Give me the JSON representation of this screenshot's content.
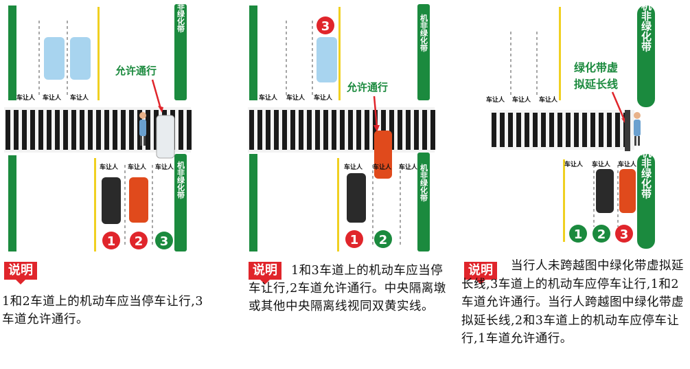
{
  "colors": {
    "green_belt": "#1b8a3e",
    "yellow_line": "#f0d020",
    "red_badge": "#e0252b",
    "car_dark": "#2a2a2a",
    "car_red": "#e04a1c",
    "car_blue": "#a8d4ef"
  },
  "icons": [
    "pedestrian-icon",
    "arrow-icon",
    "car-icon"
  ],
  "common": {
    "yield_label": "车让人",
    "allow_label": "允许通行",
    "green_belt_label": "机非绿化带"
  },
  "panels": [
    {
      "badge": "说明",
      "description": "1和2车道上的机动车应当停车让行,3车道允许通行。",
      "lane_numbers": [
        "1",
        "2",
        "3"
      ]
    },
    {
      "badge": "说明",
      "description": "1和3车道上的机动车应当停车让行,2车道允许通行。中央隔离墩或其他中央隔离线视同双黄实线。",
      "lane_numbers": [
        "1",
        "2",
        "3"
      ]
    },
    {
      "badge": "说明",
      "description": "当行人未跨越图中绿化带虚拟延长线,3车道上的机动车应停车让行,1和2车道允许通行。当行人跨越图中绿化带虚拟延长线,2和3车道上的机动车应停车让行,1车道允许通行。",
      "lane_numbers": [
        "1",
        "2",
        "3"
      ],
      "extension_label_line1": "绿化带虚",
      "extension_label_line2": "拟延长线"
    }
  ]
}
